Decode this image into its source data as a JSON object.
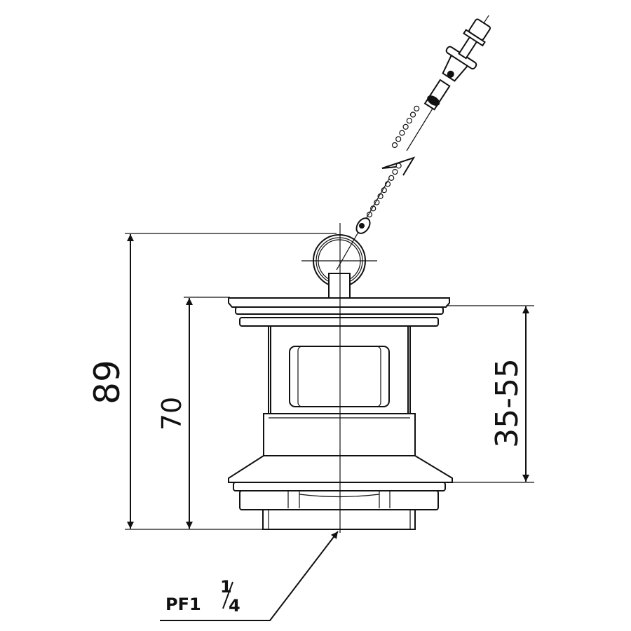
{
  "dimensions": {
    "overall_height": "89",
    "body_height": "70",
    "clamping_range": "35-55",
    "thread_label": "PF1",
    "thread_fraction_num": "1",
    "thread_fraction_den": "4"
  }
}
